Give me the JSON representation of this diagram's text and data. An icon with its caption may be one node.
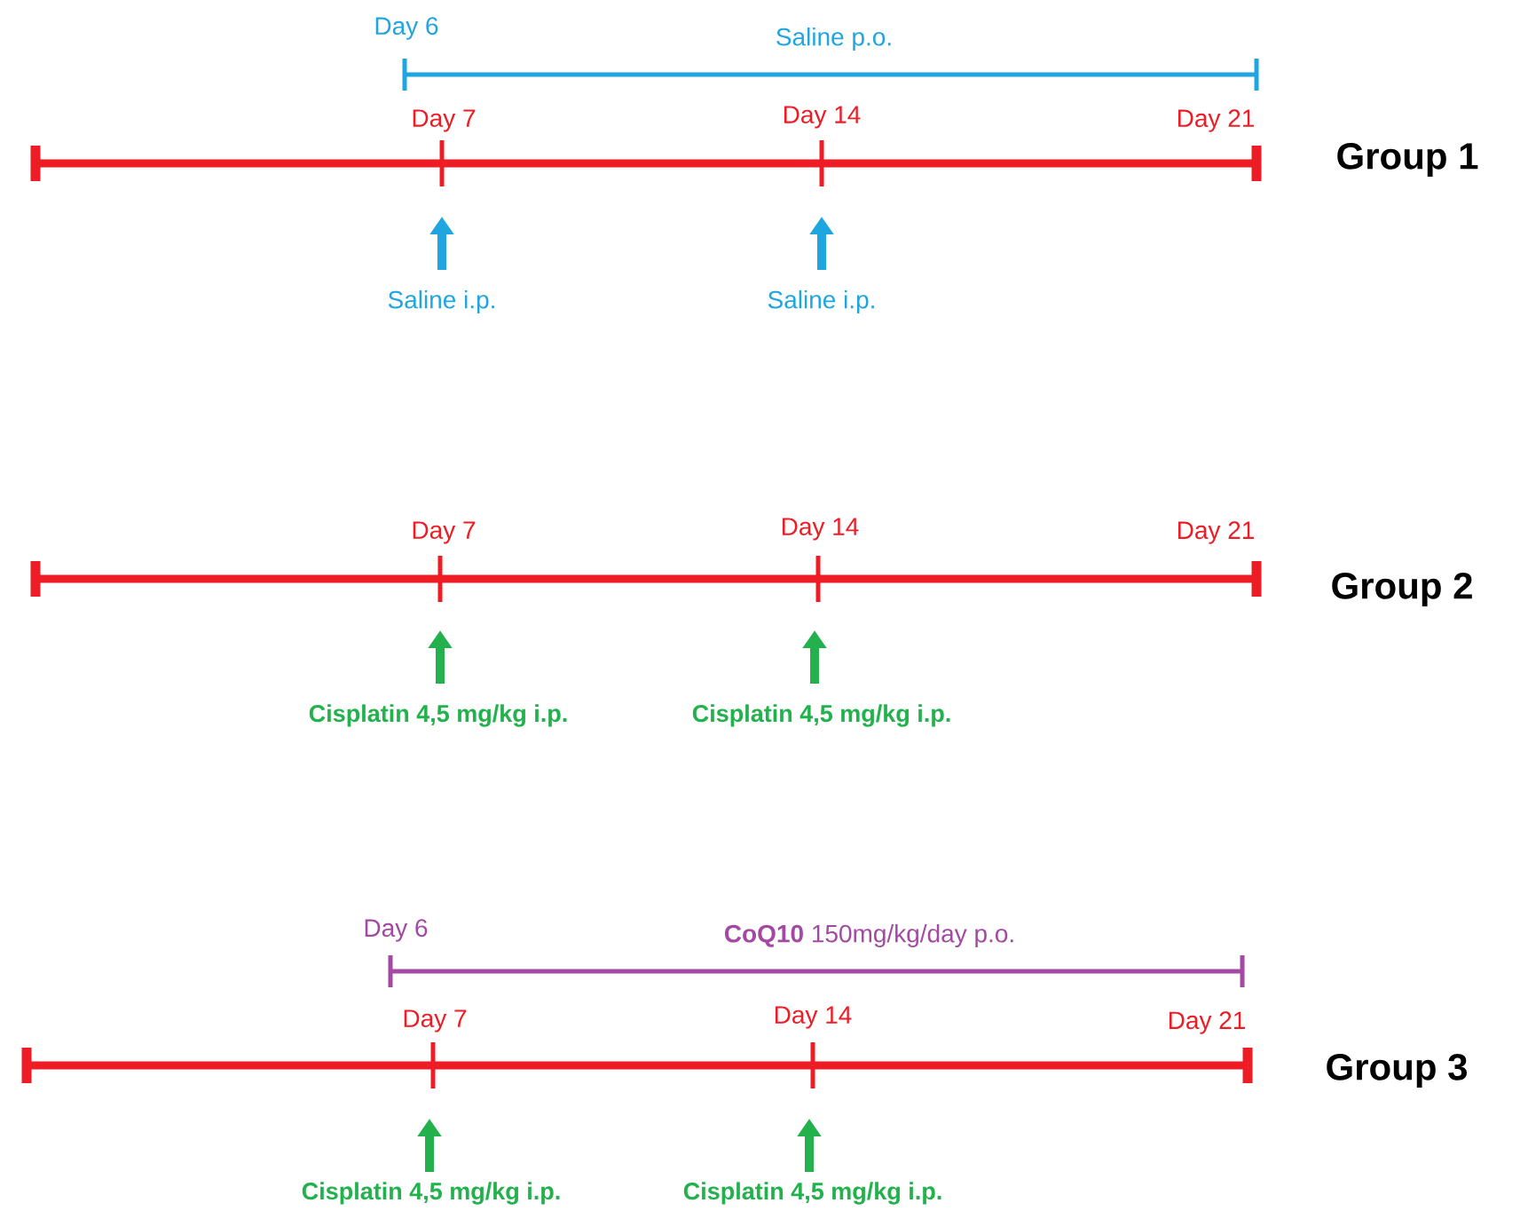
{
  "diagram": {
    "labels": [
      "Day 6",
      "Saline p.o.",
      "Day 7",
      "Day 14",
      "Day 21",
      "Group 1",
      "Saline i.p.",
      "Saline i.p.",
      "Day 7",
      "Day 14",
      "Day 21",
      "Group 2",
      "Cisplatin 4,5 mg/kg i.p.",
      "Cisplatin 4,5 mg/kg i.p.",
      "Day 6",
      "**CoQ10** 150mg/kg/day p.o.",
      "Day 7",
      "Day 14",
      "Day 21",
      "Group 3",
      "Cisplatin 4,5 mg/kg i.p.",
      "Cisplatin 4,5 mg/kg i.p."
    ]
  }
}
